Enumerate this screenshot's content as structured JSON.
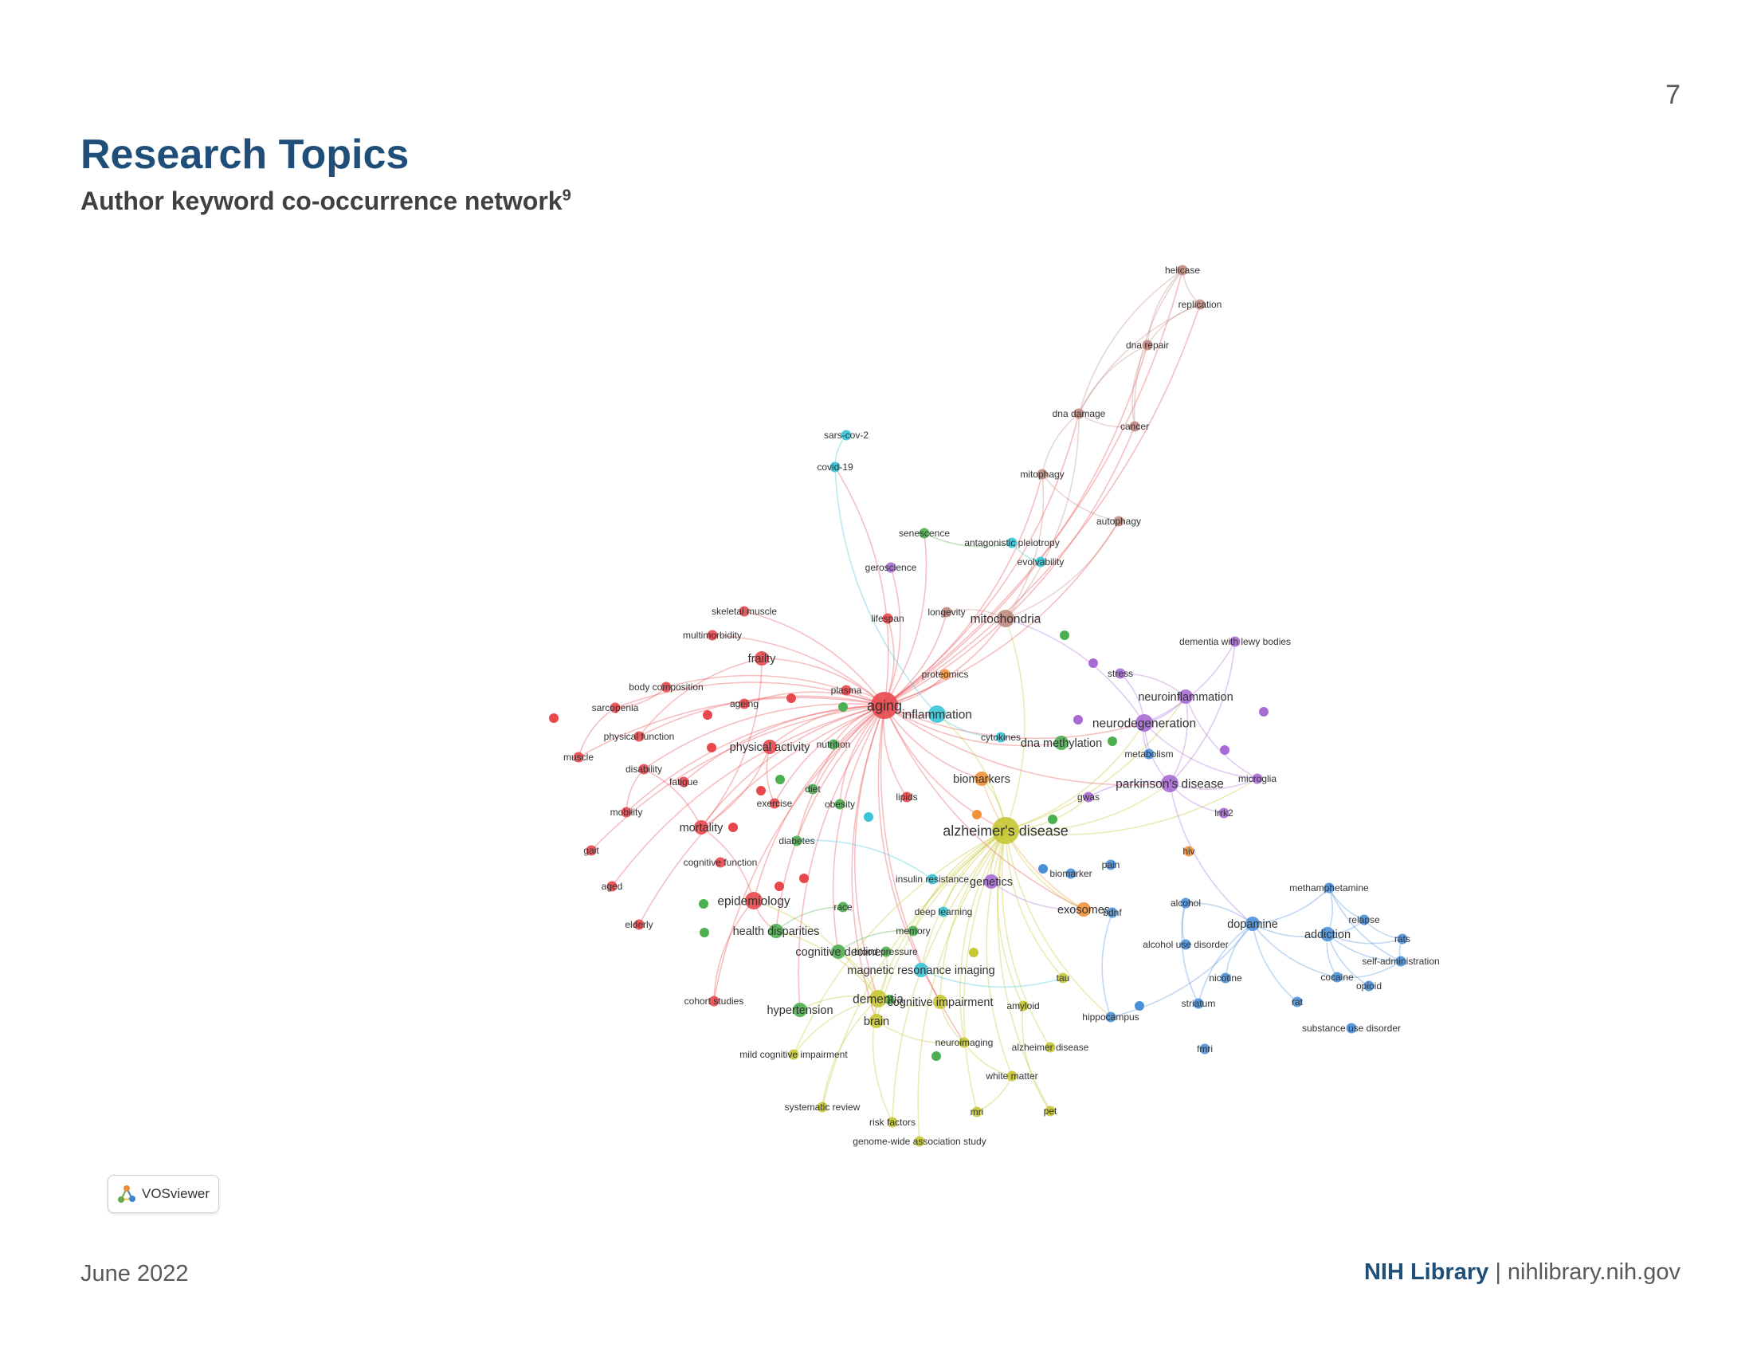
{
  "page_number": "7",
  "title": "Research Topics",
  "subtitle": "Author keyword co-occurrence network",
  "subtitle_ref": "9",
  "badge_label": "VOSviewer",
  "footer": {
    "date": "June 2022",
    "org": "NIH Library",
    "separator": " | ",
    "url": "nihlibrary.nih.gov"
  },
  "cluster_colors": {
    "red": "#e8484c",
    "green": "#4cb050",
    "blue": "#4a90d9",
    "yellow": "#c7c735",
    "purple": "#a86bd6",
    "cyan": "#39c4d8",
    "orange": "#f0923a",
    "brown": "#c08a80"
  },
  "nodes": [
    {
      "label": "aging",
      "cluster": "red",
      "weight": 5
    },
    {
      "label": "alzheimer's disease",
      "cluster": "yellow",
      "weight": 5
    },
    {
      "label": "dementia",
      "cluster": "yellow",
      "weight": 3
    },
    {
      "label": "parkinson's disease",
      "cluster": "purple",
      "weight": 3
    },
    {
      "label": "neurodegeneration",
      "cluster": "purple",
      "weight": 3
    },
    {
      "label": "epidemiology",
      "cluster": "red",
      "weight": 3
    },
    {
      "label": "mitochondria",
      "cluster": "brown",
      "weight": 3
    },
    {
      "label": "inflammation",
      "cluster": "cyan",
      "weight": 3
    },
    {
      "label": "mortality",
      "cluster": "red",
      "weight": 2
    },
    {
      "label": "frailty",
      "cluster": "red",
      "weight": 2
    },
    {
      "label": "neuroinflammation",
      "cluster": "purple",
      "weight": 2
    },
    {
      "label": "physical activity",
      "cluster": "red",
      "weight": 2
    },
    {
      "label": "biomarkers",
      "cluster": "orange",
      "weight": 2
    },
    {
      "label": "dopamine",
      "cluster": "blue",
      "weight": 2
    },
    {
      "label": "addiction",
      "cluster": "blue",
      "weight": 2
    },
    {
      "label": "genetics",
      "cluster": "purple",
      "weight": 2
    },
    {
      "label": "cognitive impairment",
      "cluster": "yellow",
      "weight": 2
    },
    {
      "label": "brain",
      "cluster": "yellow",
      "weight": 2
    },
    {
      "label": "magnetic resonance imaging",
      "cluster": "cyan",
      "weight": 2
    },
    {
      "label": "cognitive decline",
      "cluster": "green",
      "weight": 2
    },
    {
      "label": "hypertension",
      "cluster": "green",
      "weight": 2
    },
    {
      "label": "health disparities",
      "cluster": "green",
      "weight": 2
    },
    {
      "label": "exosomes",
      "cluster": "orange",
      "weight": 2
    },
    {
      "label": "dna methylation",
      "cluster": "green",
      "weight": 2
    },
    {
      "label": "skeletal muscle",
      "cluster": "red",
      "weight": 1
    },
    {
      "label": "multimorbidity",
      "cluster": "red",
      "weight": 1
    },
    {
      "label": "body composition",
      "cluster": "red",
      "weight": 1
    },
    {
      "label": "sarcopenia",
      "cluster": "red",
      "weight": 1
    },
    {
      "label": "physical function",
      "cluster": "red",
      "weight": 1
    },
    {
      "label": "muscle",
      "cluster": "red",
      "weight": 1
    },
    {
      "label": "disability",
      "cluster": "red",
      "weight": 1
    },
    {
      "label": "fatigue",
      "cluster": "red",
      "weight": 1
    },
    {
      "label": "mobility",
      "cluster": "red",
      "weight": 1
    },
    {
      "label": "gait",
      "cluster": "red",
      "weight": 1
    },
    {
      "label": "aged",
      "cluster": "red",
      "weight": 1
    },
    {
      "label": "elderly",
      "cluster": "red",
      "weight": 1
    },
    {
      "label": "cohort studies",
      "cluster": "red",
      "weight": 1
    },
    {
      "label": "ageing",
      "cluster": "red",
      "weight": 1
    },
    {
      "label": "plasma",
      "cluster": "red",
      "weight": 1
    },
    {
      "label": "lifespan",
      "cluster": "red",
      "weight": 1
    },
    {
      "label": "exercise",
      "cluster": "red",
      "weight": 1
    },
    {
      "label": "lipids",
      "cluster": "red",
      "weight": 1
    },
    {
      "label": "cognitive function",
      "cluster": "red",
      "weight": 1
    },
    {
      "label": "nutrition",
      "cluster": "green",
      "weight": 1
    },
    {
      "label": "diet",
      "cluster": "green",
      "weight": 1
    },
    {
      "label": "obesity",
      "cluster": "green",
      "weight": 1
    },
    {
      "label": "diabetes",
      "cluster": "green",
      "weight": 1
    },
    {
      "label": "race",
      "cluster": "green",
      "weight": 1
    },
    {
      "label": "memory",
      "cluster": "green",
      "weight": 1
    },
    {
      "label": "blood pressure",
      "cluster": "green",
      "weight": 1
    },
    {
      "label": "senescence",
      "cluster": "green",
      "weight": 1
    },
    {
      "label": "deep learning",
      "cluster": "cyan",
      "weight": 1
    },
    {
      "label": "insulin resistance",
      "cluster": "cyan",
      "weight": 1
    },
    {
      "label": "longevity",
      "cluster": "brown",
      "weight": 1
    },
    {
      "label": "proteomics",
      "cluster": "orange",
      "weight": 1
    },
    {
      "label": "cytokines",
      "cluster": "cyan",
      "weight": 1
    },
    {
      "label": "metabolism",
      "cluster": "blue",
      "weight": 1
    },
    {
      "label": "stress",
      "cluster": "purple",
      "weight": 1
    },
    {
      "label": "microglia",
      "cluster": "purple",
      "weight": 1
    },
    {
      "label": "lrrk2",
      "cluster": "purple",
      "weight": 1
    },
    {
      "label": "gwas",
      "cluster": "purple",
      "weight": 1
    },
    {
      "label": "dementia with lewy bodies",
      "cluster": "purple",
      "weight": 1
    },
    {
      "label": "geroscience",
      "cluster": "purple",
      "weight": 1
    },
    {
      "label": "biomarker",
      "cluster": "blue",
      "weight": 1
    },
    {
      "label": "pain",
      "cluster": "blue",
      "weight": 1
    },
    {
      "label": "hiv",
      "cluster": "orange",
      "weight": 1
    },
    {
      "label": "bdnf",
      "cluster": "blue",
      "weight": 1
    },
    {
      "label": "alcohol",
      "cluster": "blue",
      "weight": 1
    },
    {
      "label": "alcohol use disorder",
      "cluster": "blue",
      "weight": 1
    },
    {
      "label": "nicotine",
      "cluster": "blue",
      "weight": 1
    },
    {
      "label": "striatum",
      "cluster": "blue",
      "weight": 1
    },
    {
      "label": "fmri",
      "cluster": "blue",
      "weight": 1
    },
    {
      "label": "hippocampus",
      "cluster": "blue",
      "weight": 1
    },
    {
      "label": "methamphetamine",
      "cluster": "blue",
      "weight": 1
    },
    {
      "label": "relapse",
      "cluster": "blue",
      "weight": 1
    },
    {
      "label": "rats",
      "cluster": "blue",
      "weight": 1
    },
    {
      "label": "self-administration",
      "cluster": "blue",
      "weight": 1
    },
    {
      "label": "cocaine",
      "cluster": "blue",
      "weight": 1
    },
    {
      "label": "opioid",
      "cluster": "blue",
      "weight": 1
    },
    {
      "label": "rat",
      "cluster": "blue",
      "weight": 1
    },
    {
      "label": "substance use disorder",
      "cluster": "blue",
      "weight": 1
    },
    {
      "label": "tau",
      "cluster": "yellow",
      "weight": 1
    },
    {
      "label": "amyloid",
      "cluster": "yellow",
      "weight": 1
    },
    {
      "label": "alzheimer disease",
      "cluster": "yellow",
      "weight": 1
    },
    {
      "label": "neuroimaging",
      "cluster": "yellow",
      "weight": 1
    },
    {
      "label": "white matter",
      "cluster": "yellow",
      "weight": 1
    },
    {
      "label": "mri",
      "cluster": "yellow",
      "weight": 1
    },
    {
      "label": "pet",
      "cluster": "yellow",
      "weight": 1
    },
    {
      "label": "mild cognitive impairment",
      "cluster": "yellow",
      "weight": 1
    },
    {
      "label": "systematic review",
      "cluster": "yellow",
      "weight": 1
    },
    {
      "label": "risk factors",
      "cluster": "yellow",
      "weight": 1
    },
    {
      "label": "genome-wide association study",
      "cluster": "yellow",
      "weight": 1
    },
    {
      "label": "sars-cov-2",
      "cluster": "cyan",
      "weight": 1
    },
    {
      "label": "covid-19",
      "cluster": "cyan",
      "weight": 1
    },
    {
      "label": "antagonistic pleiotropy",
      "cluster": "cyan",
      "weight": 1
    },
    {
      "label": "evolvability",
      "cluster": "cyan",
      "weight": 1
    },
    {
      "label": "helicase",
      "cluster": "brown",
      "weight": 1
    },
    {
      "label": "replication",
      "cluster": "brown",
      "weight": 1
    },
    {
      "label": "dna repair",
      "cluster": "brown",
      "weight": 1
    },
    {
      "label": "dna damage",
      "cluster": "brown",
      "weight": 1
    },
    {
      "label": "cancer",
      "cluster": "brown",
      "weight": 1
    },
    {
      "label": "mitophagy",
      "cluster": "brown",
      "weight": 1
    },
    {
      "label": "autophagy",
      "cluster": "brown",
      "weight": 1
    }
  ],
  "links": [
    [
      "aging",
      "alzheimer's disease"
    ],
    [
      "aging",
      "dementia"
    ],
    [
      "aging",
      "epidemiology"
    ],
    [
      "aging",
      "mortality"
    ],
    [
      "aging",
      "frailty"
    ],
    [
      "aging",
      "skeletal muscle"
    ],
    [
      "aging",
      "sarcopenia"
    ],
    [
      "aging",
      "body composition"
    ],
    [
      "aging",
      "physical function"
    ],
    [
      "aging",
      "muscle"
    ],
    [
      "aging",
      "disability"
    ],
    [
      "aging",
      "multimorbidity"
    ],
    [
      "aging",
      "mitochondria"
    ],
    [
      "aging",
      "inflammation"
    ],
    [
      "aging",
      "dna damage"
    ],
    [
      "aging",
      "dna repair"
    ],
    [
      "aging",
      "helicase"
    ],
    [
      "aging",
      "replication"
    ],
    [
      "aging",
      "mitophagy"
    ],
    [
      "aging",
      "autophagy"
    ],
    [
      "aging",
      "senescence"
    ],
    [
      "aging",
      "longevity"
    ],
    [
      "aging",
      "lifespan"
    ],
    [
      "aging",
      "geroscience"
    ],
    [
      "aging",
      "physical activity"
    ],
    [
      "aging",
      "exercise"
    ],
    [
      "aging",
      "biomarkers"
    ],
    [
      "aging",
      "cognitive decline"
    ],
    [
      "aging",
      "neurodegeneration"
    ],
    [
      "aging",
      "parkinson's disease"
    ],
    [
      "aging",
      "gait"
    ],
    [
      "aging",
      "aged"
    ],
    [
      "aging",
      "elderly"
    ],
    [
      "aging",
      "cohort studies"
    ],
    [
      "aging",
      "mobility"
    ],
    [
      "aging",
      "fatigue"
    ],
    [
      "aging",
      "proteomics"
    ],
    [
      "aging",
      "dna methylation"
    ],
    [
      "aging",
      "exosomes"
    ],
    [
      "aging",
      "covid-19"
    ],
    [
      "aging",
      "health disparities"
    ],
    [
      "aging",
      "brain"
    ],
    [
      "aging",
      "hypertension"
    ],
    [
      "aging",
      "cognitive impairment"
    ],
    [
      "aging",
      "neuroimaging"
    ],
    [
      "aging",
      "ageing"
    ],
    [
      "aging",
      "plasma"
    ],
    [
      "aging",
      "lipids"
    ],
    [
      "aging",
      "diabetes"
    ],
    [
      "aging",
      "obesity"
    ],
    [
      "aging",
      "diet"
    ],
    [
      "aging",
      "nutrition"
    ],
    [
      "aging",
      "cancer"
    ],
    [
      "alzheimer's disease",
      "dementia"
    ],
    [
      "alzheimer's disease",
      "neurodegeneration"
    ],
    [
      "alzheimer's disease",
      "parkinson's disease"
    ],
    [
      "alzheimer's disease",
      "tau"
    ],
    [
      "alzheimer's disease",
      "amyloid"
    ],
    [
      "alzheimer's disease",
      "mild cognitive impairment"
    ],
    [
      "alzheimer's disease",
      "brain"
    ],
    [
      "alzheimer's disease",
      "magnetic resonance imaging"
    ],
    [
      "alzheimer's disease",
      "neuroinflammation"
    ],
    [
      "alzheimer's disease",
      "biomarkers"
    ],
    [
      "alzheimer's disease",
      "genetics"
    ],
    [
      "alzheimer's disease",
      "exosomes"
    ],
    [
      "alzheimer's disease",
      "mitochondria"
    ],
    [
      "alzheimer's disease",
      "inflammation"
    ],
    [
      "alzheimer's disease",
      "cognitive impairment"
    ],
    [
      "alzheimer's disease",
      "mri"
    ],
    [
      "alzheimer's disease",
      "pet"
    ],
    [
      "alzheimer's disease",
      "white matter"
    ],
    [
      "alzheimer's disease",
      "alzheimer disease"
    ],
    [
      "alzheimer's disease",
      "neuroimaging"
    ],
    [
      "alzheimer's disease",
      "risk factors"
    ],
    [
      "alzheimer's disease",
      "systematic review"
    ],
    [
      "alzheimer's disease",
      "genome-wide association study"
    ],
    [
      "alzheimer's disease",
      "hippocampus"
    ],
    [
      "alzheimer's disease",
      "microglia"
    ],
    [
      "alzheimer's disease",
      "gwas"
    ],
    [
      "alzheimer's disease",
      "memory"
    ],
    [
      "alzheimer's disease",
      "deep learning"
    ],
    [
      "dementia",
      "hypertension"
    ],
    [
      "dementia",
      "cognitive decline"
    ],
    [
      "dementia",
      "mild cognitive impairment"
    ],
    [
      "dementia",
      "epidemiology"
    ],
    [
      "dementia",
      "health disparities"
    ],
    [
      "dementia",
      "systematic review"
    ],
    [
      "dementia",
      "risk factors"
    ],
    [
      "dementia",
      "brain"
    ],
    [
      "dementia",
      "cognitive impairment"
    ],
    [
      "dementia",
      "blood pressure"
    ],
    [
      "neurodegeneration",
      "parkinson's disease"
    ],
    [
      "neurodegeneration",
      "neuroinflammation"
    ],
    [
      "neurodegeneration",
      "microglia"
    ],
    [
      "neurodegeneration",
      "mitochondria"
    ],
    [
      "neurodegeneration",
      "stress"
    ],
    [
      "neurodegeneration",
      "dementia with lewy bodies"
    ],
    [
      "neurodegeneration",
      "metabolism"
    ],
    [
      "parkinson's disease",
      "lrrk2"
    ],
    [
      "parkinson's disease",
      "dementia with lewy bodies"
    ],
    [
      "parkinson's disease",
      "dopamine"
    ],
    [
      "parkinson's disease",
      "gwas"
    ],
    [
      "parkinson's disease",
      "neuroinflammation"
    ],
    [
      "parkinson's disease",
      "microglia"
    ],
    [
      "neuroinflammation",
      "microglia"
    ],
    [
      "neuroinflammation",
      "stress"
    ],
    [
      "dopamine",
      "addiction"
    ],
    [
      "dopamine",
      "methamphetamine"
    ],
    [
      "dopamine",
      "cocaine"
    ],
    [
      "dopamine",
      "striatum"
    ],
    [
      "dopamine",
      "nicotine"
    ],
    [
      "dopamine",
      "alcohol"
    ],
    [
      "dopamine",
      "rat"
    ],
    [
      "addiction",
      "methamphetamine"
    ],
    [
      "addiction",
      "relapse"
    ],
    [
      "addiction",
      "rats"
    ],
    [
      "addiction",
      "self-administration"
    ],
    [
      "addiction",
      "cocaine"
    ],
    [
      "addiction",
      "opioid"
    ],
    [
      "methamphetamine",
      "self-administration"
    ],
    [
      "methamphetamine",
      "relapse"
    ],
    [
      "cocaine",
      "self-administration"
    ],
    [
      "relapse",
      "rats"
    ],
    [
      "rats",
      "self-administration"
    ],
    [
      "alcohol",
      "alcohol use disorder"
    ],
    [
      "alcohol",
      "striatum"
    ],
    [
      "bdnf",
      "hippocampus"
    ],
    [
      "hippocampus",
      "dopamine"
    ],
    [
      "helicase",
      "replication"
    ],
    [
      "helicase",
      "dna repair"
    ],
    [
      "replication",
      "dna repair"
    ],
    [
      "dna repair",
      "dna damage"
    ],
    [
      "dna repair",
      "cancer"
    ],
    [
      "dna damage",
      "cancer"
    ],
    [
      "dna damage",
      "mitophagy"
    ],
    [
      "mitophagy",
      "autophagy"
    ],
    [
      "mitochondria",
      "mitophagy"
    ],
    [
      "mitochondria",
      "autophagy"
    ],
    [
      "mitochondria",
      "dna damage"
    ],
    [
      "mitochondria",
      "longevity"
    ],
    [
      "helicase",
      "dna damage"
    ],
    [
      "replication",
      "dna damage"
    ],
    [
      "helicase",
      "cancer"
    ],
    [
      "sars-cov-2",
      "covid-19"
    ],
    [
      "covid-19",
      "inflammation"
    ],
    [
      "epidemiology",
      "mortality"
    ],
    [
      "epidemiology",
      "health disparities"
    ],
    [
      "epidemiology",
      "cohort studies"
    ],
    [
      "mortality",
      "frailty"
    ],
    [
      "mortality",
      "disability"
    ],
    [
      "mortality",
      "physical activity"
    ],
    [
      "frailty",
      "physical function"
    ],
    [
      "sarcopenia",
      "muscle"
    ],
    [
      "sarcopenia",
      "body composition"
    ],
    [
      "disability",
      "mobility"
    ],
    [
      "physical activity",
      "exercise"
    ],
    [
      "genetics",
      "exosomes"
    ],
    [
      "biomarkers",
      "exosomes"
    ],
    [
      "inflammation",
      "cytokines"
    ],
    [
      "senescence",
      "antagonistic pleiotropy"
    ],
    [
      "antagonistic pleiotropy",
      "evolvability"
    ],
    [
      "cognitive impairment",
      "neuroimaging"
    ],
    [
      "brain",
      "neuroimaging"
    ],
    [
      "magnetic resonance imaging",
      "tau"
    ],
    [
      "amyloid",
      "pet"
    ],
    [
      "neuroimaging",
      "white matter"
    ],
    [
      "mri",
      "white matter"
    ],
    [
      "insulin resistance",
      "diabetes"
    ],
    [
      "race",
      "health disparities"
    ],
    [
      "memory",
      "cognitive decline"
    ]
  ]
}
